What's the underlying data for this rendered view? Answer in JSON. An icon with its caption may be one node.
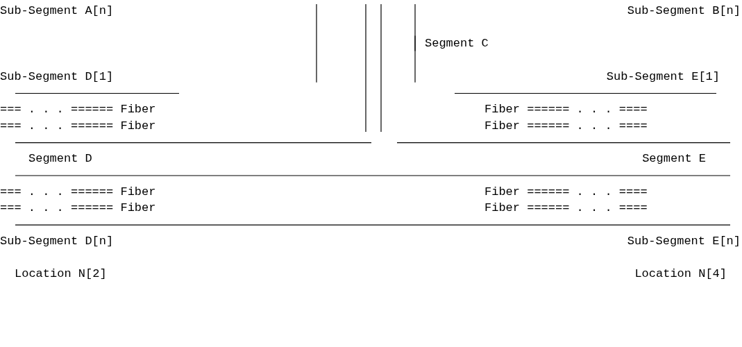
{
  "diagram": {
    "labels": [
      "Sub-Segment A[n]",
      "Sub-Segment B[n]",
      "Segment C",
      "Sub-Segment D[1]",
      "Sub-Segment E[1]",
      "=== . . . ====== Fiber",
      "Fiber ====== . . . ====",
      "=== . . . ====== Fiber",
      "Fiber ====== . . . ====",
      "Segment D",
      "Segment E",
      "=== . . . ====== Fiber",
      "Fiber ====== . . . ====",
      "=== . . . ====== Fiber",
      "Fiber ====== . . . ====",
      "Sub-Segment D[n]",
      "Sub-Segment E[n]",
      "Location N[2]",
      "Location N[4]"
    ]
  }
}
